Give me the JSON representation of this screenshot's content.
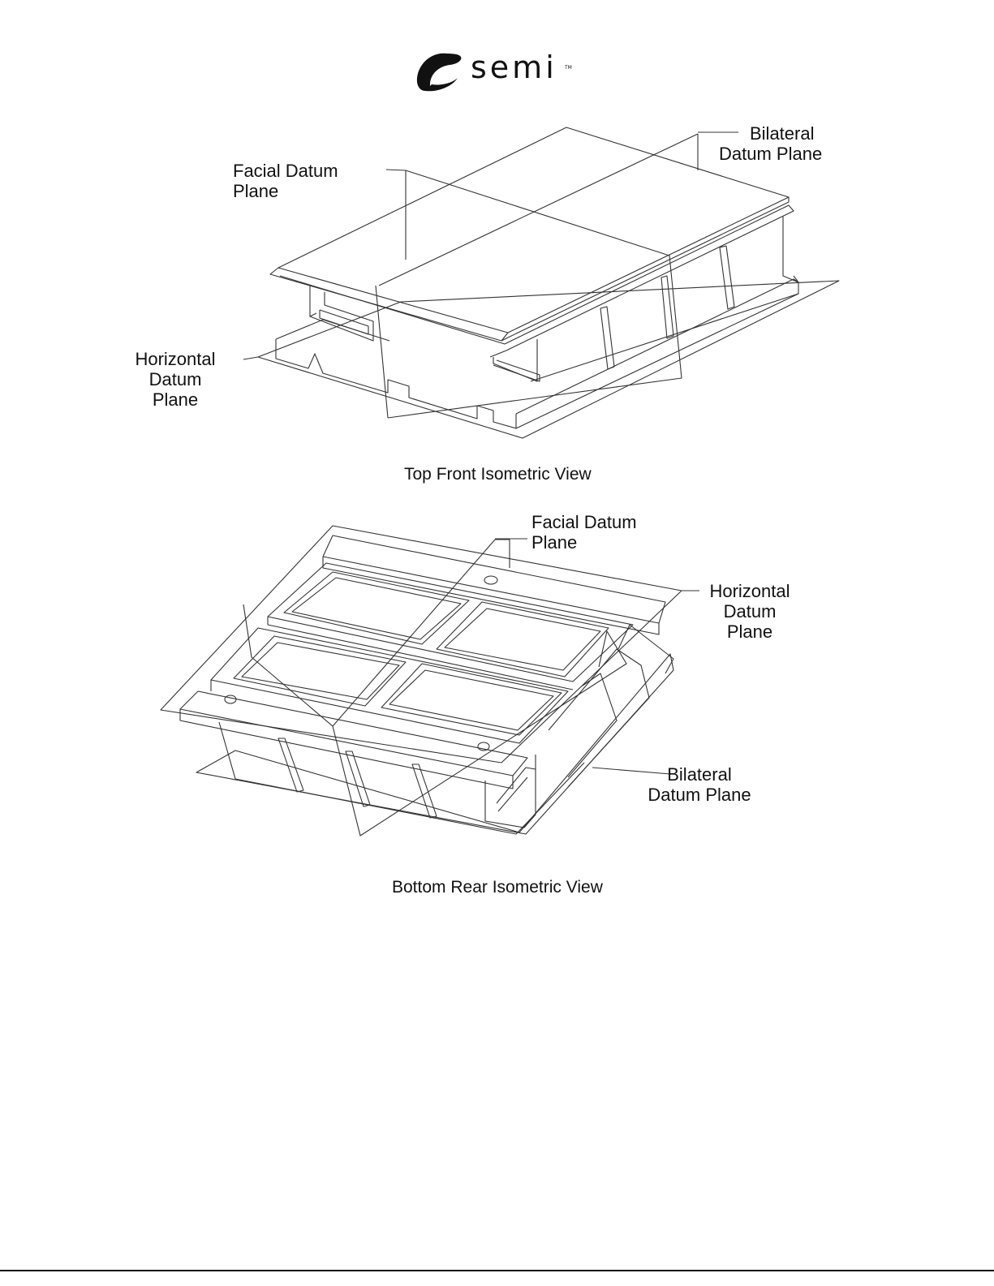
{
  "logo": {
    "brand": "semi",
    "trademark": "TM"
  },
  "top_view": {
    "caption": "Top Front Isometric View",
    "labels": {
      "bilateral": [
        "Bilateral",
        "Datum Plane"
      ],
      "facial": [
        "Facial Datum",
        "Plane"
      ],
      "horizontal": [
        "Horizontal",
        "Datum",
        "Plane"
      ]
    }
  },
  "bottom_view": {
    "caption": "Bottom Rear Isometric View",
    "labels": {
      "facial": [
        "Facial Datum",
        "Plane"
      ],
      "horizontal": [
        "Horizontal",
        "Datum",
        "Plane"
      ],
      "bilateral": [
        "Bilateral",
        "Datum Plane"
      ]
    }
  }
}
